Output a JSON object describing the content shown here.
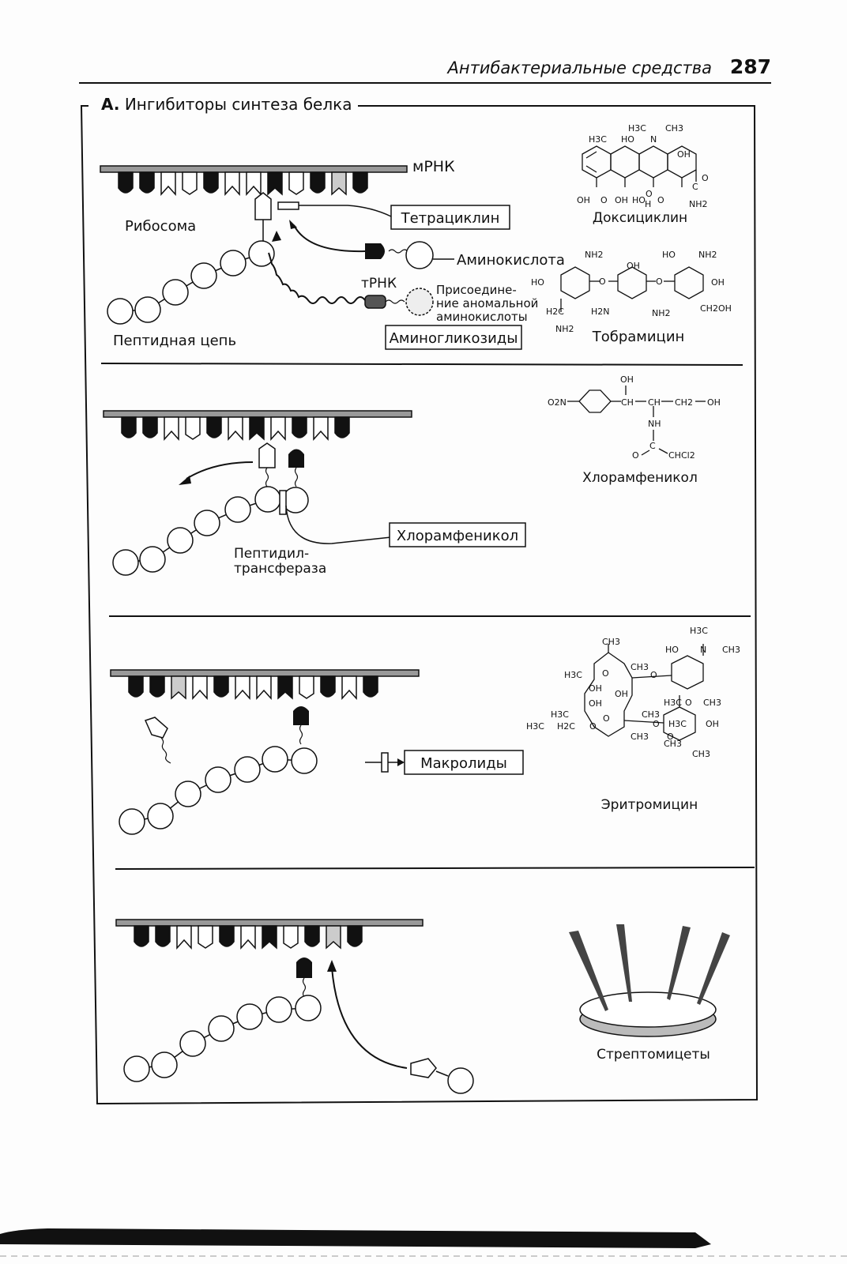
{
  "header": {
    "title": "Антибактериальные средства",
    "page_number": "287"
  },
  "section": {
    "letter": "A.",
    "title": "Ингибиторы синтеза белка"
  },
  "panel1": {
    "mrna_label": "мРНК",
    "ribosome_label": "Рибосома",
    "peptide_label": "Пептидная цепь",
    "trna_label": "тРНК",
    "amino_acid_label": "Аминокислота",
    "abnormal_line1": "Присоедине-",
    "abnormal_line2": "ние аномальной",
    "abnormal_line3": "аминокислоты",
    "box_tetracycline": "Тетрациклин",
    "box_aminoglycosides": "Аминогликозиды",
    "drug1_name": "Доксициклин",
    "drug2_name": "Тобрамицин"
  },
  "panel2": {
    "peptidyl_line1": "Пептидил-",
    "peptidyl_line2": "трансфераза",
    "box_chloramphenicol": "Хлорамфеникол",
    "drug_name": "Хлорамфеникол"
  },
  "panel3": {
    "box_macrolides": "Макролиды",
    "drug_name": "Эритромицин"
  },
  "panel4": {
    "drug_name": "Стрептомицеты"
  },
  "chem": {
    "doxy": [
      "H3C",
      "H3C",
      "CH3",
      "HO",
      "N",
      "OH",
      "OH",
      "O",
      "OH",
      "HO",
      "H",
      "O",
      "O",
      "C",
      "O",
      "NH2"
    ],
    "tobra": [
      "NH2",
      "OH",
      "HO",
      "NH2",
      "HO",
      "O",
      "O",
      "OH",
      "H2C",
      "H2N",
      "NH2",
      "CH2OH",
      "NH2"
    ],
    "chloram": [
      "OH",
      "O2N",
      "CH",
      "CH",
      "CH2",
      "OH",
      "NH",
      "O",
      "C",
      "CHCl2"
    ],
    "erythro": [
      "H3C",
      "CH3",
      "HO",
      "N",
      "CH3",
      "H3C",
      "O",
      "CH3",
      "O",
      "OH",
      "OH",
      "OH",
      "H3C",
      "O",
      "CH3",
      "H3C",
      "CH3",
      "H3C",
      "H2C",
      "O",
      "O",
      "O",
      "CH3",
      "H3C",
      "OH",
      "CH3",
      "O",
      "CH3"
    ]
  },
  "colors": {
    "ink": "#111111",
    "paper": "#fdfdfd"
  }
}
